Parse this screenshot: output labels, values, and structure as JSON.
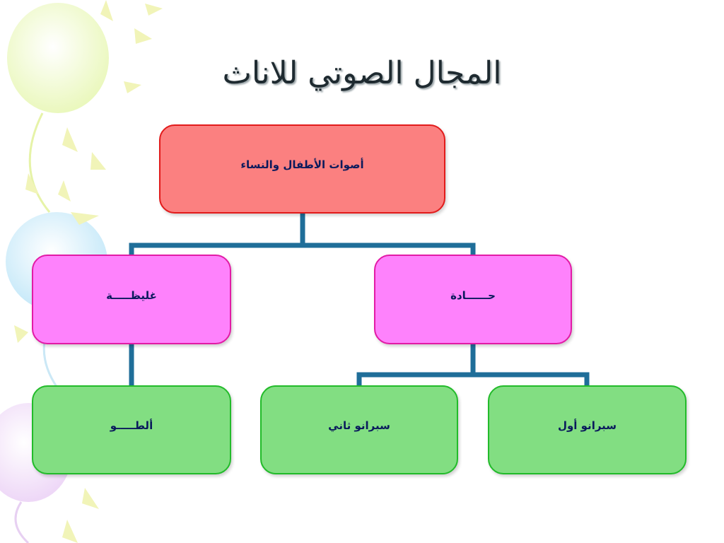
{
  "title": "المجال الصوتي للاناث",
  "colors": {
    "connector": "#1f6e99",
    "root_fill": "#fb8080",
    "root_border": "#e21b1b",
    "mid_fill": "#fe82fc",
    "mid_border": "#e21ba6",
    "leaf_fill": "#82de82",
    "leaf_border": "#22bb2a"
  },
  "tree": {
    "root": "أصوات الأطفال والنساء",
    "level2": [
      "حــــــادة",
      "غليظـــــة"
    ],
    "level3": [
      "سبرانو أول",
      "سبرانو ثاني",
      "ألطـــــو"
    ]
  }
}
